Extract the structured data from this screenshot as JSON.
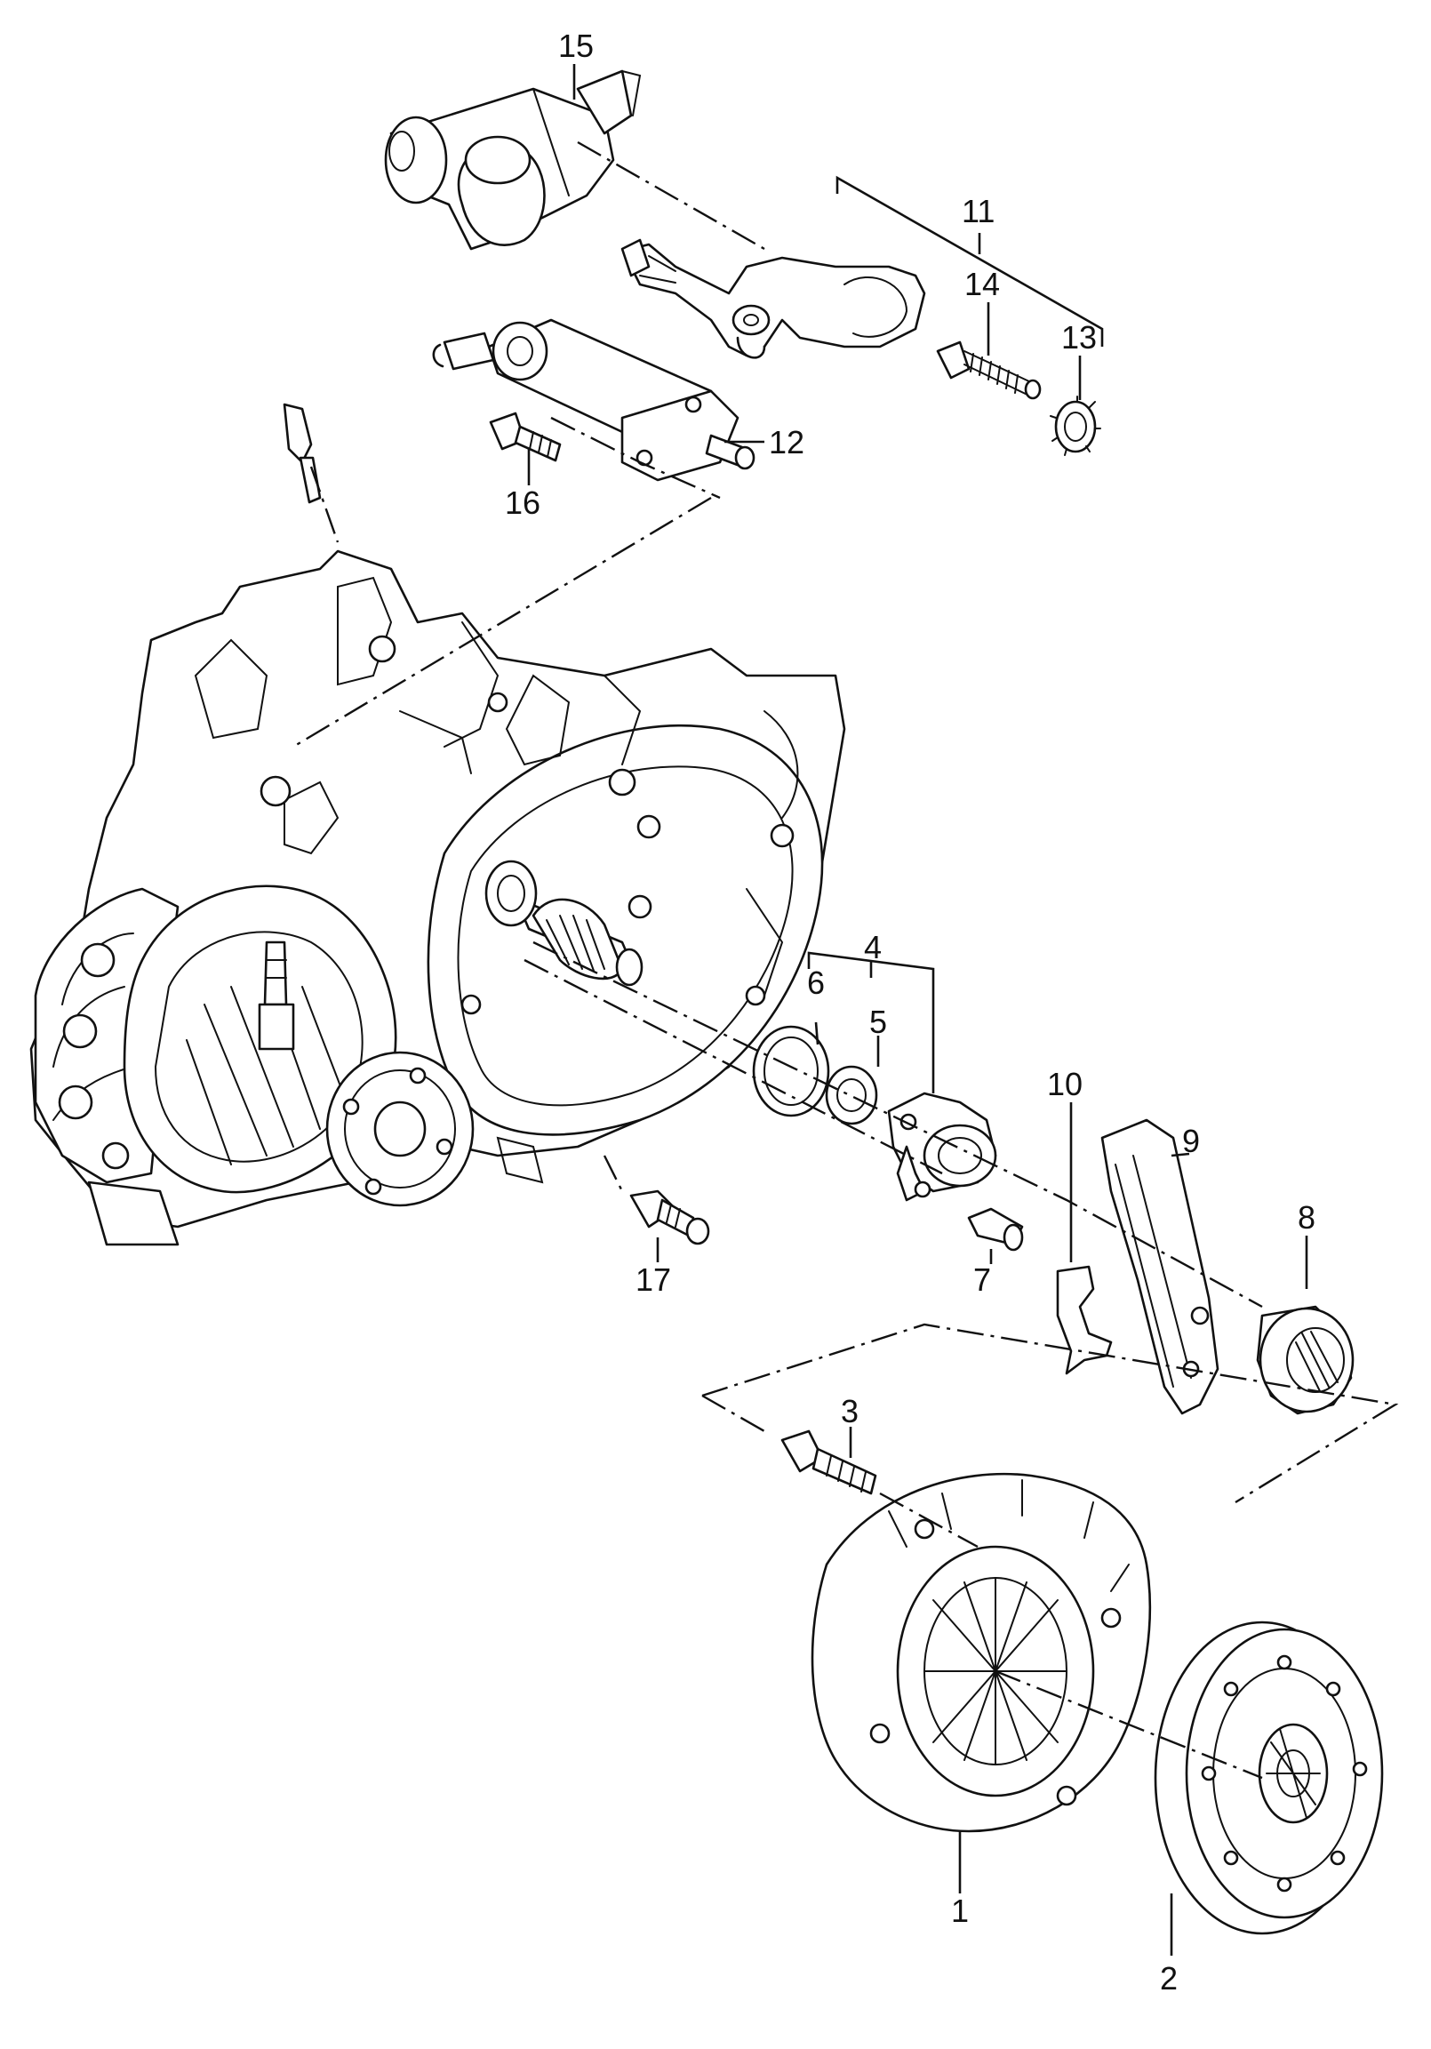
{
  "diagram": {
    "labels": {
      "n1": "1",
      "n2": "2",
      "n3": "3",
      "n4": "4",
      "n5": "5",
      "n6": "6",
      "n7": "7",
      "n8": "8",
      "n9": "9",
      "n10": "10",
      "n11": "11",
      "n12": "12",
      "n13": "13",
      "n14": "14",
      "n15": "15",
      "n16": "16",
      "n17": "17"
    }
  }
}
